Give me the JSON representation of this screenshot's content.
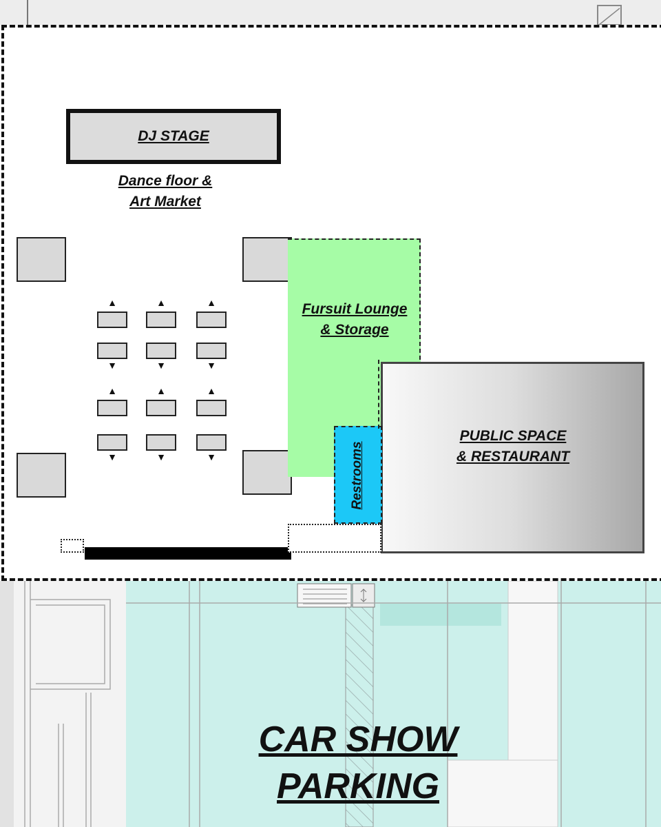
{
  "map": {
    "dj_stage": "DJ STAGE",
    "dance_floor": {
      "line1": "Dance floor &",
      "line2": "Art Market"
    },
    "fursuit_lounge": {
      "line1": "Fursuit Lounge",
      "line2": "& Storage"
    },
    "restrooms": "Restrooms",
    "public_space": {
      "line1": "PUBLIC SPACE",
      "line2": "& RESTAURANT"
    },
    "car_show": {
      "line1": "CAR SHOW",
      "line2": "PARKING"
    }
  },
  "colors": {
    "fursuit_lounge": "#a6fca6",
    "restrooms": "#1cc8f7",
    "parking": "#ccf0eb",
    "stage": "#dcdcdc"
  },
  "layout_counts": {
    "vendor_tables": 12,
    "pillars": 4
  }
}
